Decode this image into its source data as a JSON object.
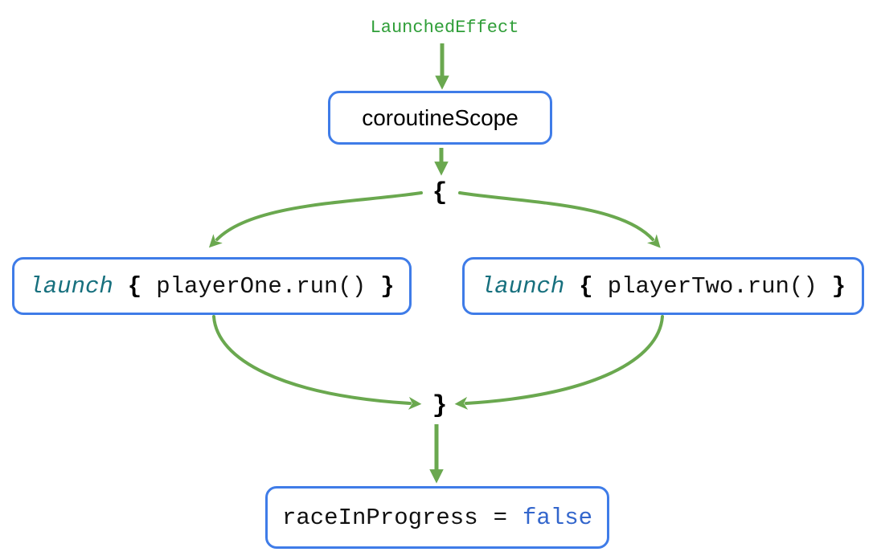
{
  "colors": {
    "arrow_green": "#6aa84f",
    "label_green": "#2f9e38",
    "border_blue": "#3f7ce8",
    "keyword_teal": "#17707e",
    "value_blue": "#3366cc",
    "code_black": "#111111"
  },
  "diagram": {
    "entry_label": "LaunchedEffect",
    "scope_box_label": "coroutineScope",
    "open_brace": "{",
    "close_brace": "}",
    "branches": [
      {
        "keyword": "launch",
        "open_brace": "{",
        "body": "playerOne.run()",
        "close_brace": "}"
      },
      {
        "keyword": "launch",
        "open_brace": "{",
        "body": "playerTwo.run()",
        "close_brace": "}"
      }
    ],
    "result_box": {
      "name": "raceInProgress",
      "operator": "=",
      "value": "false"
    }
  }
}
